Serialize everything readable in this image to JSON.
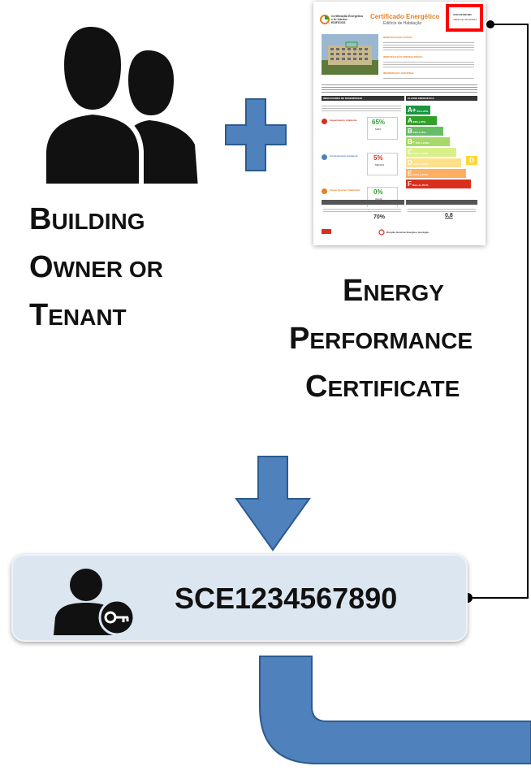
{
  "labels": {
    "owner": [
      "Building",
      "Owner or",
      "Tenant"
    ],
    "certificate": [
      "Energy",
      "Performance",
      "Certificate"
    ]
  },
  "certificate_doc": {
    "logo": [
      "Certificação Energética",
      "e Ar Interior",
      "EDIFÍCIOS"
    ],
    "title": "Certificado Energético",
    "subtitle": "Edifício de Habitação",
    "number": "SCE1234567890",
    "validity": "Válido até 31/12/2014",
    "section_id": "IDENTIFICAÇÃO POSTAL",
    "section_reg": "IDENTIFICAÇÃO PREDIAL/FISCAL",
    "section_info": "INFORMAÇÃO ADICIONAL",
    "section_perf": "INDICADORES DE DESEMPENHO",
    "section_class": "CLASSE ENERGÉTICA",
    "indicators": [
      {
        "name": "Aquecimento Ambiente",
        "value": "65%",
        "note": "MAIS"
      },
      {
        "name": "Arrefecimento Ambiente",
        "value": "5%",
        "note": "MENOS"
      },
      {
        "name": "Águas Quentes Sanitárias",
        "value": "0%",
        "note": "IGUAL"
      }
    ],
    "classes": [
      {
        "label": "A+",
        "range": "0% a 25%",
        "color": "#1a9641"
      },
      {
        "label": "A",
        "range": "26% a 50%",
        "color": "#33a02c"
      },
      {
        "label": "B",
        "range": "51% a 75%",
        "color": "#66bd63"
      },
      {
        "label": "B-",
        "range": "76% a 100%",
        "color": "#a6d96a"
      },
      {
        "label": "C",
        "range": "101% a 150%",
        "color": "#d9ef8b"
      },
      {
        "label": "D",
        "range": "151% a 200%",
        "color": "#fee08b"
      },
      {
        "label": "E",
        "range": "201% a 250%",
        "color": "#fdae61"
      },
      {
        "label": "F",
        "range": "Mais de 251%",
        "color": "#d7301f"
      }
    ],
    "selected_class": "D",
    "renewable": "70%",
    "co2": "0,8",
    "footer": "Direção Geral de Energia e Geologia"
  },
  "code": "SCE1234567890",
  "colors": {
    "arrow_fill": "#4f81bd",
    "arrow_stroke": "#2c5b8f",
    "highlight": "#ff0000",
    "connector": "#000000",
    "box_fill": "#dce6f1"
  }
}
